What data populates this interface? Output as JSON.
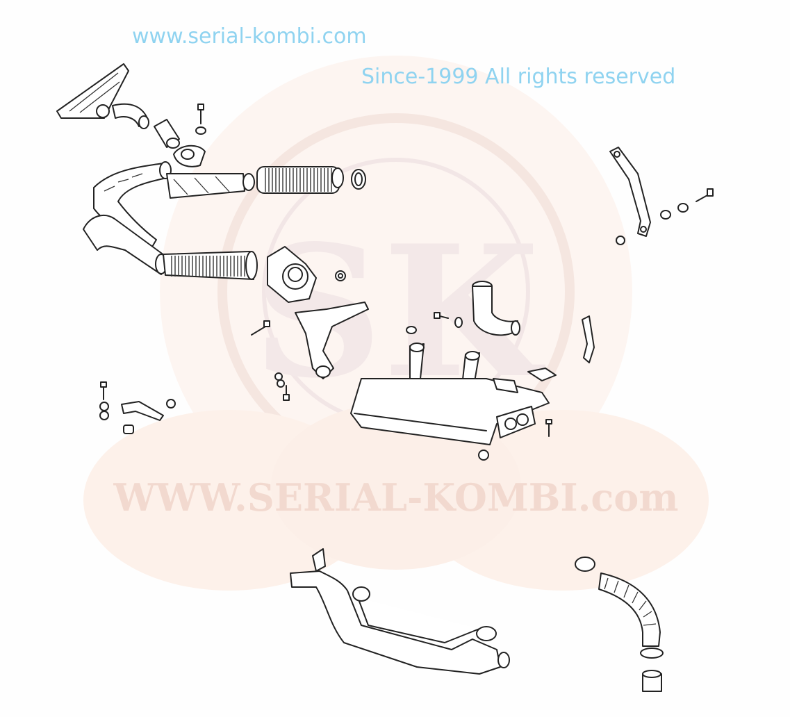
{
  "diagram": {
    "title": "Exhaust system / heater parts exploded view",
    "watermark": {
      "url_text": "www.serial-kombi.com",
      "rights_text": "Since-1999 All rights reserved",
      "logo_text": "WWW.SERIAL-KOMBI.com",
      "logo_monogram": "SK",
      "text_color": "#8fd3f0",
      "logo_color": "#f7e4dc"
    }
  }
}
